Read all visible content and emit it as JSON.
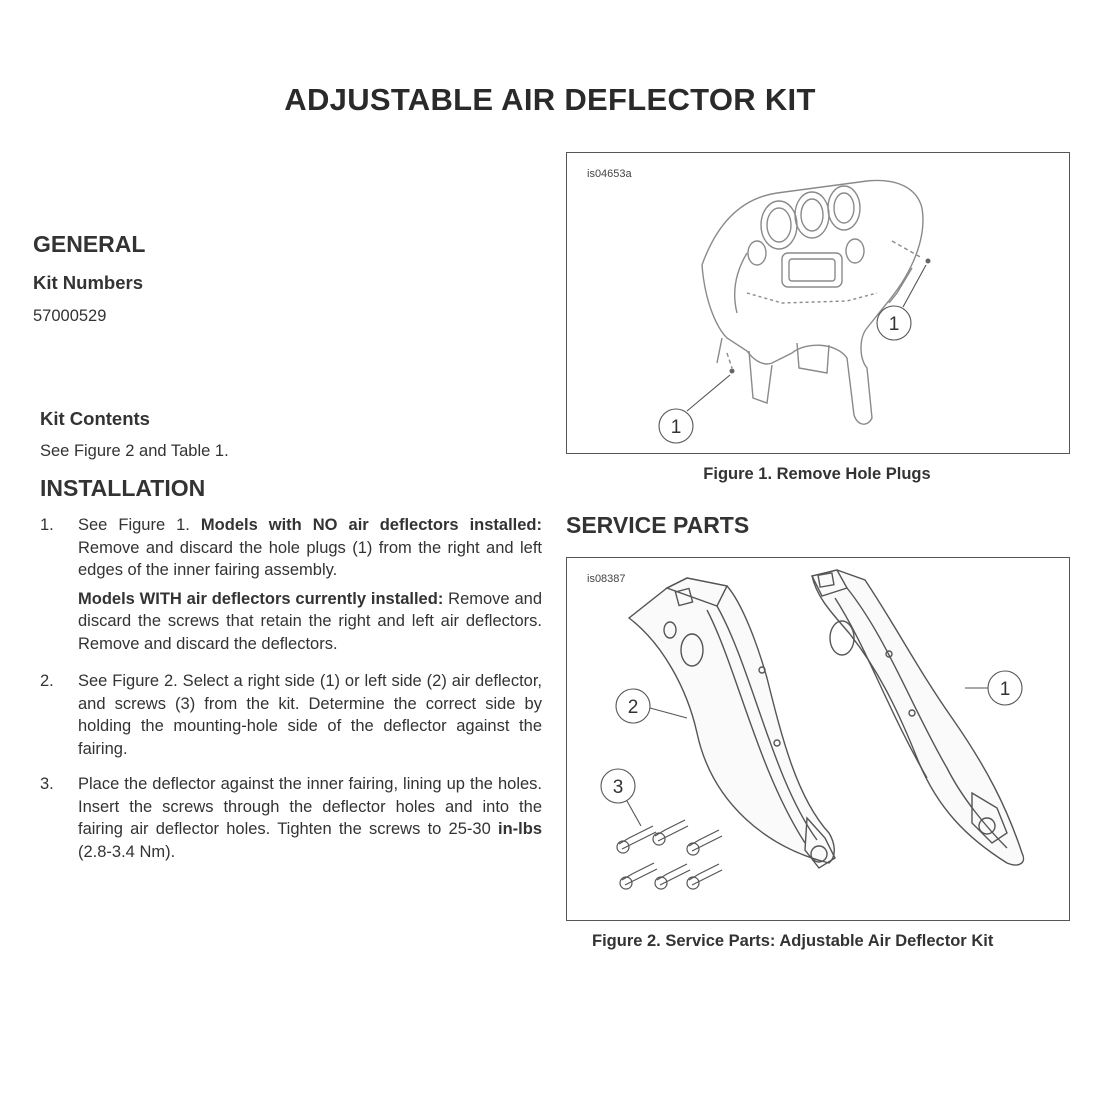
{
  "title": "ADJUSTABLE AIR DEFLECTOR KIT",
  "general": {
    "heading": "GENERAL",
    "kit_numbers_heading": "Kit Numbers",
    "kit_number": "57000529",
    "kit_contents_heading": "Kit Contents",
    "kit_contents_text": "See Figure 2 and Table 1."
  },
  "installation": {
    "heading": "INSTALLATION",
    "steps": [
      {
        "number": "1.",
        "lead": "See Figure 1.",
        "bold": "Models with NO air deflectors installed:",
        "text": "Remove and discard the hole plugs (1) from the right and left edges of the inner fairing assembly.",
        "sub_bold": "Models WITH air deflectors currently installed:",
        "sub_text": "Remove and discard the screws that retain the right and left air deflectors. Remove and discard the deflectors."
      },
      {
        "number": "2.",
        "text": "See Figure 2. Select a right side (1) or left side (2) air deflector, and screws (3) from the kit. Determine the correct side by holding the mounting-hole side of the deflector against the fairing."
      },
      {
        "number": "3.",
        "text": "Place the deflector against the inner fairing, lining up the holes. Insert the screws through the deflector holes and into the fairing air deflector holes. Tighten the screws to 25-30",
        "bold": "in-lbs",
        "tail": "(2.8-3.4 Nm)."
      }
    ]
  },
  "figure1": {
    "id": "is04653a",
    "caption": "Figure 1. Remove Hole Plugs",
    "callouts": [
      "1",
      "1"
    ]
  },
  "service_parts": {
    "heading": "SERVICE PARTS"
  },
  "figure2": {
    "id": "is08387",
    "caption": "Figure 2. Service Parts: Adjustable Air Deflector Kit",
    "callouts": [
      "2",
      "1",
      "3"
    ]
  }
}
